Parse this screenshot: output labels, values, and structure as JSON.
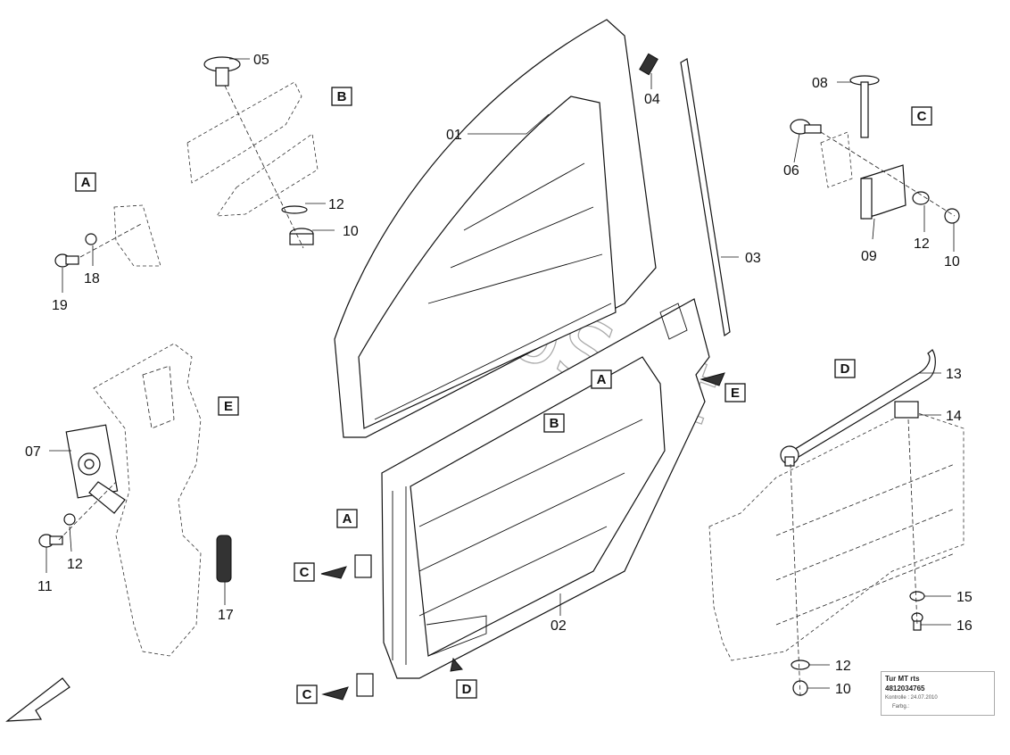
{
  "watermark": "AutoSoft",
  "callouts": {
    "c01": "01",
    "c02": "02",
    "c03": "03",
    "c04": "04",
    "c05": "05",
    "c06": "06",
    "c07": "07",
    "c08": "08",
    "c09": "09",
    "c10a": "10",
    "c10b": "10",
    "c10c": "10",
    "c11": "11",
    "c12a": "12",
    "c12b": "12",
    "c12c": "12",
    "c12d": "12",
    "c13": "13",
    "c14": "14",
    "c15": "15",
    "c16": "16",
    "c17": "17",
    "c18": "18",
    "c19": "19"
  },
  "detail_labels": {
    "A1": "A",
    "A2": "A",
    "A3": "A",
    "B1": "B",
    "B2": "B",
    "C1": "C",
    "C2": "C",
    "C3": "C",
    "D1": "D",
    "D2": "D",
    "E1": "E",
    "E2": "E"
  },
  "title_block": {
    "line1": "Tur MT rts",
    "line2": "4812034765",
    "line3": "Kontrolle :  24.07.2010",
    "line4": "Farbg.:"
  }
}
